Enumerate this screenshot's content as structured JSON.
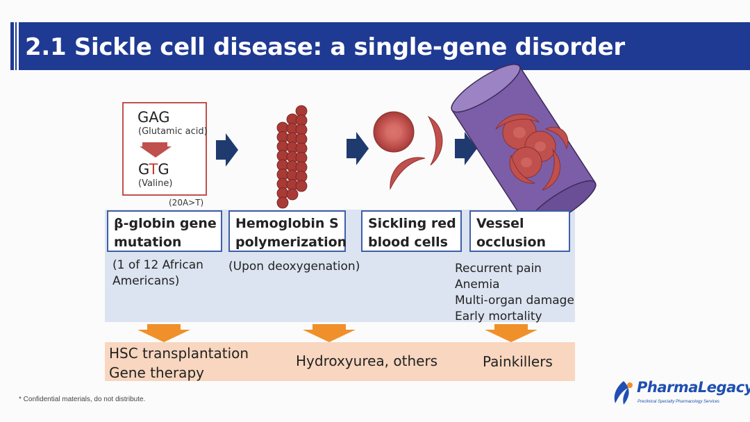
{
  "slide": {
    "title": "2.1 Sickle cell disease: a single-gene disorder",
    "gene": {
      "codon_before": "GAG",
      "aa_before": "(Glutamic acid)",
      "codon_after_prefix": "G",
      "codon_after_mutant": "T",
      "codon_after_suffix": "G",
      "aa_after": "(Valine)",
      "mutation_label": "(20A>T)"
    },
    "steps": [
      {
        "line1": "β-globin gene",
        "line2": "mutation"
      },
      {
        "line1": "Hemoglobin S",
        "line2": "polymerization"
      },
      {
        "line1": "Sickling red",
        "line2": "blood cells"
      },
      {
        "line1": "Vessel",
        "line2": "occlusion"
      }
    ],
    "notes": {
      "prevalence_line1": "(1 of 12 African",
      "prevalence_line2": "Americans)",
      "deoxygenation": "(Upon deoxygenation)",
      "outcomes": [
        "Recurrent pain",
        "Anemia",
        "Multi-organ damage",
        "Early mortality"
      ]
    },
    "treatments": {
      "gene_level_line1": "HSC transplantation",
      "gene_level_line2": "Gene therapy",
      "polymer_level": "Hydroxyurea, others",
      "symptom_level": "Painkillers"
    },
    "footer": "* Confidential materials, do not distribute.",
    "logo": {
      "name": "PharmaLegacy",
      "tagline": "Preclinical Specialty Pharmacology Services"
    },
    "colors": {
      "title_bar": "#1f3a93",
      "blue_band": "#dbe4f0",
      "orange_band": "#f8d6bf",
      "arrow_orange": "#f0902a",
      "arrow_navy": "#1f3a6e",
      "red_cell": "#c0504d",
      "vessel": "#7b5ea7"
    }
  }
}
